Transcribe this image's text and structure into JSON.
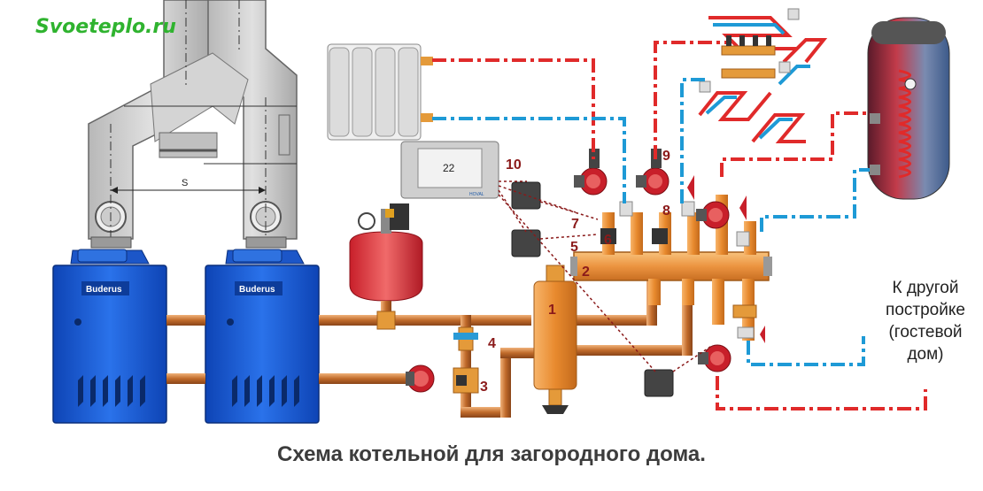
{
  "watermark": "Svoeteplo.ru",
  "caption": "Схема котельной для загородного дома.",
  "side_note": {
    "lines": [
      "К другой",
      "постройке",
      "(гостевой",
      "дом)"
    ]
  },
  "boilers": [
    {
      "brand": "Buderus"
    },
    {
      "brand": "Buderus"
    }
  ],
  "chimney_dimension_label": "S",
  "controller": {
    "display_value": "22",
    "brand": "HOVAL"
  },
  "callouts": [
    "1",
    "2",
    "3",
    "4",
    "5",
    "6",
    "7",
    "8",
    "9",
    "10"
  ],
  "colors": {
    "boiler": "#1a5ed6",
    "boiler_dark": "#0d3c9a",
    "supply_pipe": "#e02a2a",
    "return_pipe": "#1e9ad6",
    "copper": "#d27a3a",
    "manifold": "#f2a054",
    "callout_text": "#8b1a1a",
    "chimney": "#c7c7c7",
    "watermark": "#2fb32f"
  }
}
